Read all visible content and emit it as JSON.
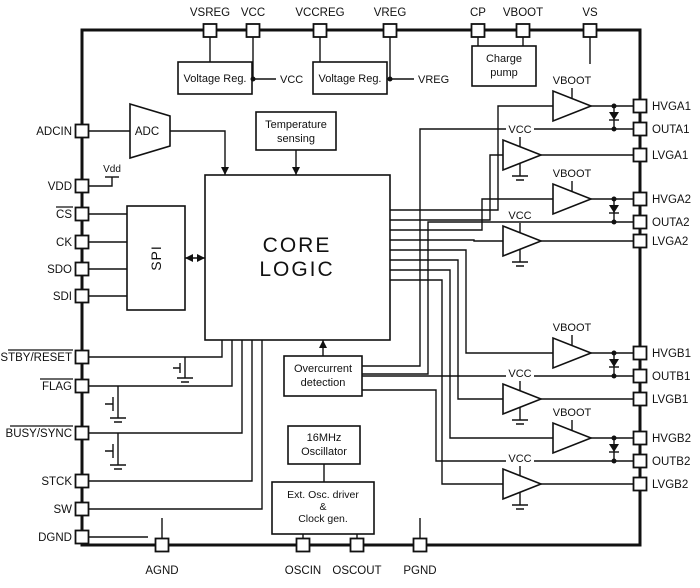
{
  "colors": {
    "line": "#111111",
    "background": "#ffffff",
    "block_fill": "#ffffff"
  },
  "pins": {
    "top": [
      "VSREG",
      "VCC",
      "VCCREG",
      "VREG",
      "CP",
      "VBOOT",
      "VS"
    ],
    "left": [
      "ADCIN",
      "VDD",
      "CS",
      "CK",
      "SDO",
      "SDI",
      "STBY/RESET",
      "FLAG",
      "BUSY/SYNC",
      "STCK",
      "SW",
      "DGND"
    ],
    "right": [
      "HVGA1",
      "OUTA1",
      "LVGA1",
      "HVGA2",
      "OUTA2",
      "LVGA2",
      "HVGB1",
      "OUTB1",
      "LVGB1",
      "HVGB2",
      "OUTB2",
      "LVGB2"
    ],
    "bottom": [
      "AGND",
      "OSCIN",
      "OSCOUT",
      "PGND"
    ]
  },
  "blocks": {
    "voltage_reg_1": "Voltage Reg.",
    "voltage_reg_2": "Voltage Reg.",
    "charge_pump": {
      "line1": "Charge",
      "line2": "pump"
    },
    "adc": "ADC",
    "temperature": {
      "line1": "Temperature",
      "line2": "sensing"
    },
    "spi": "SPI",
    "core": {
      "line1": "CORE",
      "line2": "LOGIC"
    },
    "overcurrent": {
      "line1": "Overcurrent",
      "line2": "detection"
    },
    "oscillator": {
      "line1": "16MHz",
      "line2": "Oscillator"
    },
    "ext_osc": {
      "line1": "Ext. Osc. driver",
      "line2": "&",
      "line3": "Clock gen."
    }
  },
  "nets": {
    "vcc": "VCC",
    "vreg": "VREG",
    "vdd": "Vdd"
  },
  "drivers": [
    {
      "group": "A1",
      "high_supply": "VBOOT",
      "low_supply": "VCC"
    },
    {
      "group": "A2",
      "high_supply": "VBOOT",
      "low_supply": "VCC"
    },
    {
      "group": "B1",
      "high_supply": "VBOOT",
      "low_supply": "VCC"
    },
    {
      "group": "B2",
      "high_supply": "VBOOT",
      "low_supply": "VCC"
    }
  ]
}
